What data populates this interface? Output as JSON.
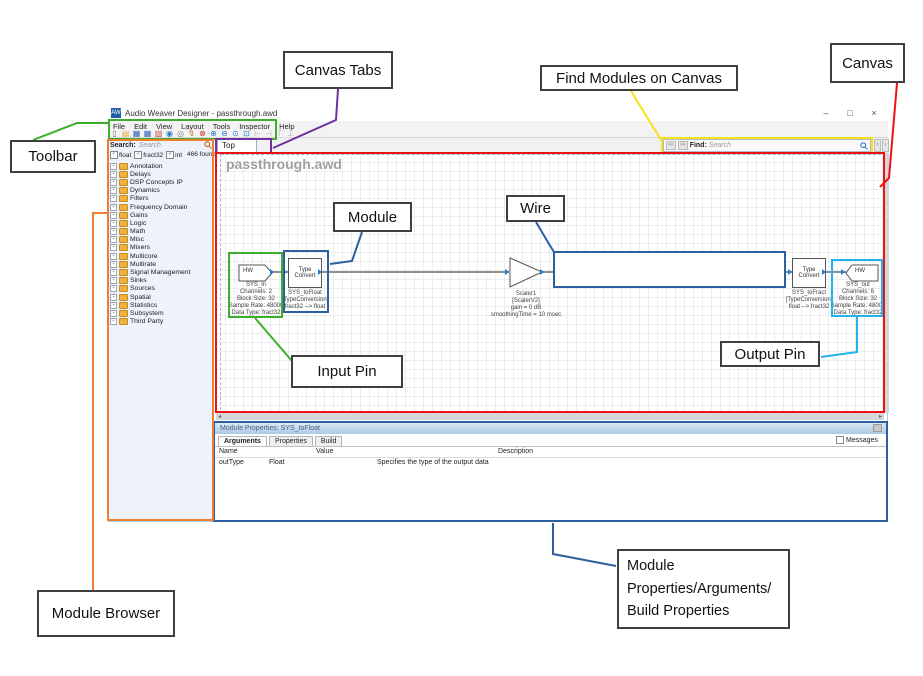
{
  "window": {
    "title": "Audio Weaver Designer - passthrough.awd",
    "app_icon": "AW",
    "controls": {
      "minimize": "–",
      "maximize": "□",
      "close": "×"
    }
  },
  "menu": {
    "items": [
      "File",
      "Edit",
      "View",
      "Layout",
      "Tools",
      "Inspector",
      "Help"
    ]
  },
  "toolbar_icons": [
    {
      "name": "new-file-icon",
      "glyph": "▯",
      "color": "#777777"
    },
    {
      "name": "open-file-icon",
      "glyph": "▤",
      "color": "#e8a33d"
    },
    {
      "name": "save-icon",
      "glyph": "▦",
      "color": "#2f5fbf"
    },
    {
      "name": "save-all-icon",
      "glyph": "▦",
      "color": "#2f5fbf"
    },
    {
      "name": "layout-icon",
      "glyph": "▧",
      "color": "#c04a4a"
    },
    {
      "name": "run-icon",
      "glyph": "◉",
      "color": "#2878d0"
    },
    {
      "name": "target-icon",
      "glyph": "◎",
      "color": "#808080"
    },
    {
      "name": "profile-icon",
      "glyph": "↯",
      "color": "#e07820"
    },
    {
      "name": "stop-icon",
      "glyph": "⊗",
      "color": "#d03030"
    },
    {
      "name": "zoom-in-icon",
      "glyph": "⊕",
      "color": "#2878d0"
    },
    {
      "name": "zoom-out-icon",
      "glyph": "⊖",
      "color": "#2878d0"
    },
    {
      "name": "zoom-actual-icon",
      "glyph": "⊙",
      "color": "#2878d0"
    },
    {
      "name": "zoom-fit-icon",
      "glyph": "⊡",
      "color": "#2878d0"
    },
    {
      "name": "align-left-icon",
      "glyph": "⊢",
      "color": "#b2b2b2"
    },
    {
      "name": "align-right-icon",
      "glyph": "⊣",
      "color": "#b2b2b2"
    },
    {
      "name": "align-top-icon",
      "glyph": "⊤",
      "color": "#b2b2b2"
    },
    {
      "name": "align-bottom-icon",
      "glyph": "⊥",
      "color": "#b2b2b2"
    }
  ],
  "module_browser": {
    "search_label": "Search:",
    "search_placeholder": "Search",
    "expander_glyph": "+",
    "filters": [
      {
        "check": "✓",
        "label": "float"
      },
      {
        "check": "✓",
        "label": "fract32"
      },
      {
        "check": "✓",
        "label": "int"
      }
    ],
    "found_text": "466 found",
    "tree": [
      "Annotation",
      "Delays",
      "DSP Concepts IP",
      "Dynamics",
      "Filters",
      "Frequency Domain",
      "Gains",
      "Logic",
      "Math",
      "Misc",
      "Mixers",
      "Multicore",
      "Multirate",
      "Signal Management",
      "Sinks",
      "Sources",
      "Spatial",
      "Statistics",
      "Subsystem",
      "Third Party"
    ]
  },
  "canvas": {
    "tab": "Top",
    "find_prev": "<<",
    "find_next": ">>",
    "find_label": "Find:",
    "find_placeholder": "Search",
    "tab_scroll_left": "‹",
    "tab_scroll_right": "›",
    "title": "passthrough.awd",
    "scrollbar": {
      "left": "◂",
      "right": "▸"
    },
    "modules": {
      "sys_in": {
        "shape_label": "HW",
        "caption": [
          "SYS_in",
          "Channels: 2",
          "Block Size: 32",
          "Sample Rate: 48000",
          "Data Type: fract32"
        ]
      },
      "to_float": {
        "shape_label": "Type Convert",
        "caption": [
          "SYS_toFloat",
          "[TypeConversion]",
          "fract32 --> float"
        ]
      },
      "scaler": {
        "caption": [
          "Scaler1",
          "[ScalerV2]",
          "gain = 0 dB",
          "smoothingTime = 10 msec"
        ]
      },
      "to_fract": {
        "shape_label": "Type Convert",
        "caption": [
          "SYS_toFract",
          "[TypeConversion]",
          "float --> fract32"
        ]
      },
      "sys_out": {
        "shape_label": "HW",
        "caption": [
          "SYS_out",
          "Channels: 6",
          "Block Size: 32",
          "Sample Rate: 48000",
          "Data Type: fract32"
        ]
      }
    }
  },
  "properties_panel": {
    "header": "Module Properties: SYS_toFloat",
    "tabs": [
      "Arguments",
      "Properties",
      "Build"
    ],
    "messages_label": "Messages",
    "columns": [
      "Name",
      "Value",
      "Description"
    ],
    "row": {
      "name": "outType",
      "value": "Float",
      "description": "Specifies the type of the output data"
    }
  },
  "annotations": {
    "toolbar": "Toolbar",
    "canvas_tabs": "Canvas Tabs",
    "find_modules": "Find Modules on Canvas",
    "canvas": "Canvas",
    "module": "Module",
    "wire": "Wire",
    "input_pin": "Input Pin",
    "output_pin": "Output Pin",
    "module_browser": "Module Browser",
    "module_properties": "Module Properties/Arguments/Build Properties",
    "colors": {
      "green": "#3dae2b",
      "orange": "#ed7d31",
      "purple": "#7030a0",
      "yellow": "#f6e11e",
      "red": "#ee1111",
      "blue": "#2e5f9e",
      "cyan": "#22b3ea"
    }
  }
}
